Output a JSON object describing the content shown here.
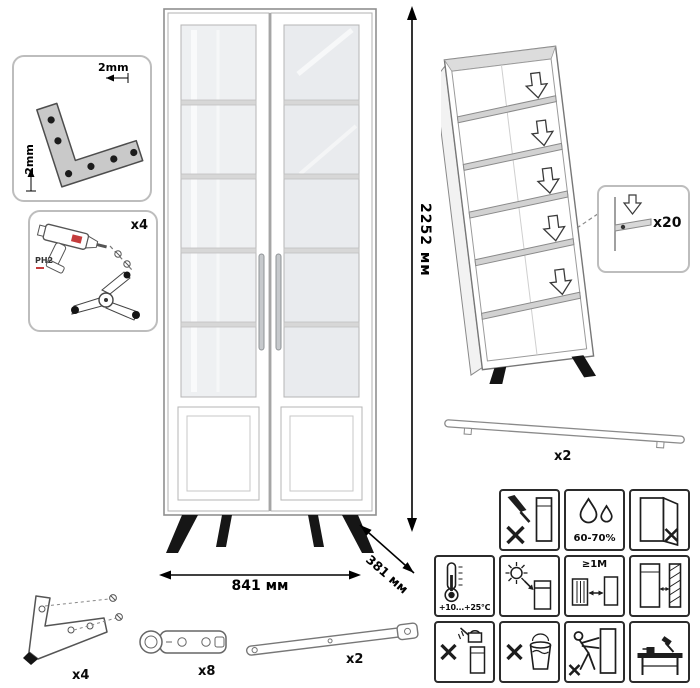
{
  "colors": {
    "outline_gray": "#8a8a8a",
    "glass_gray": "#eef0f2",
    "shelf_gray": "#d2d2d2",
    "leg_black": "#151515",
    "inset_border_gray": "#bdbdbd",
    "icon_border_dark": "#2b2b2b",
    "dimension_black": "#000000",
    "accent_red": "#c43c3c"
  },
  "dimensions": {
    "height": "2252 мм",
    "width": "841 мм",
    "depth": "381 мм"
  },
  "insets": {
    "corner_bracket": {
      "dim_top": "2mm",
      "dim_side": "2mm"
    },
    "drill": {
      "count": "x4",
      "bit": "PH2"
    },
    "shelf_pins": {
      "count": "x20"
    },
    "handle": {
      "count": "x2"
    },
    "leg": {
      "count": "x4"
    },
    "hinge": {
      "count": "x8"
    },
    "wall_strap": {
      "count": "x2"
    }
  },
  "care": {
    "humidity": "60-70%",
    "temperature": "+10...+25°C",
    "distance": "≥1M"
  }
}
